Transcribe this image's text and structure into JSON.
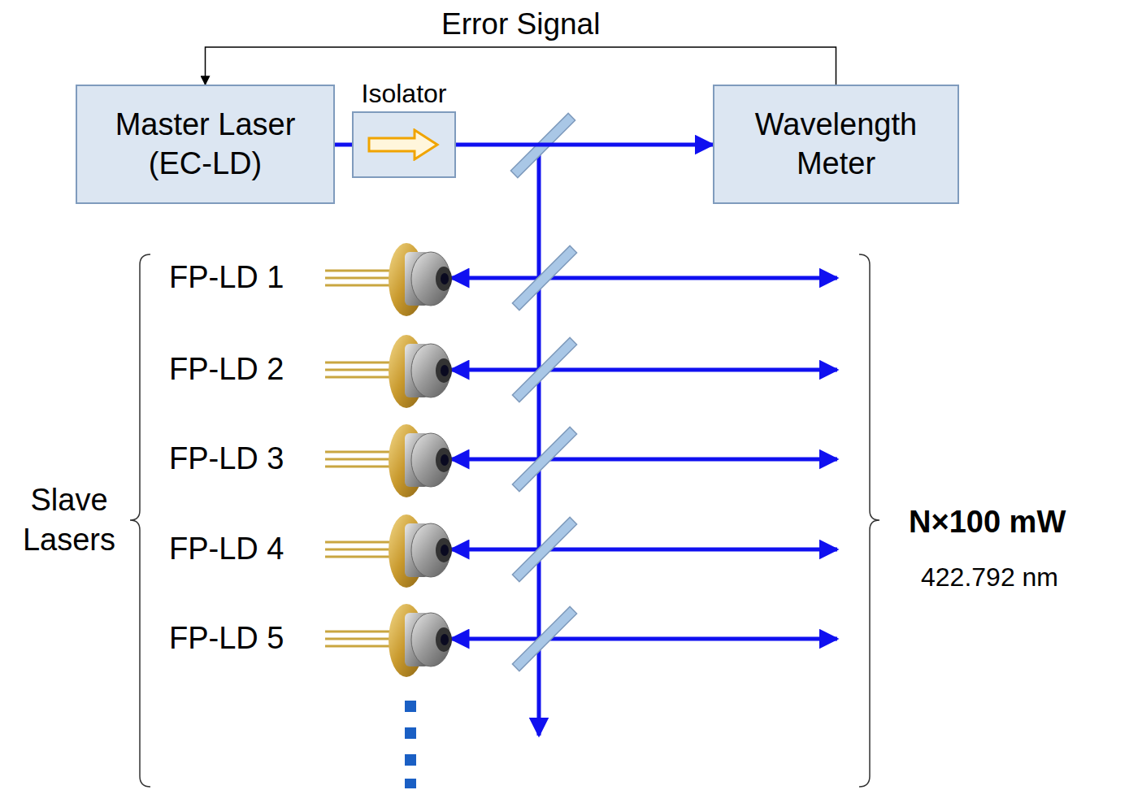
{
  "diagram": {
    "nodes": [
      {
        "text": [
          "Master Laser (EC-LD)"
        ]
      },
      {
        "text": [
          "Isolator"
        ]
      },
      {
        "text": [
          "Wavelength Meter"
        ]
      }
    ],
    "edges": [
      {
        "from": 0,
        "to": 1,
        "arrow": "none"
      },
      {
        "from": 1,
        "to": 2,
        "arrow": "to"
      },
      {
        "from": 2,
        "to": 0,
        "arrow": "to",
        "label": "Error Signal"
      }
    ],
    "labels": [
      "FP-LD 1",
      "FP-LD 2",
      "FP-LD 3",
      "FP-LD 4",
      "FP-LD 5",
      "Slave Lasers",
      "N×100 mW",
      "422.792 nm"
    ]
  }
}
